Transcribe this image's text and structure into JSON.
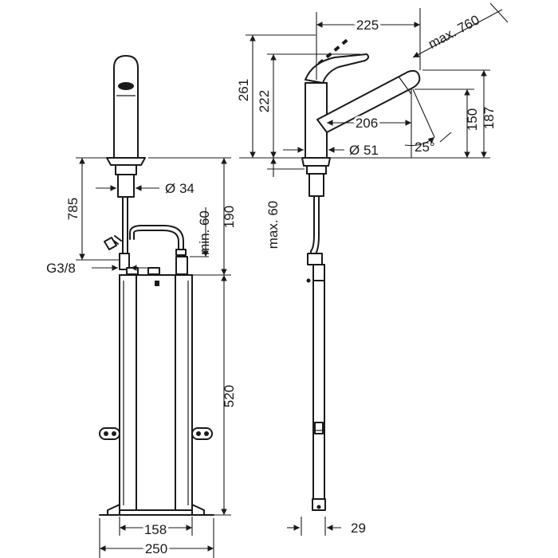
{
  "dimensions": {
    "front": {
      "height_785": "785",
      "diameter_34": "Ø 34",
      "thread_g38": "G3/8",
      "min_60": "min. 60",
      "height_190": "190",
      "height_520": "520",
      "width_158": "158",
      "width_250": "250"
    },
    "side": {
      "reach_225": "225",
      "max_760": "max. 760",
      "height_261": "261",
      "height_222": "222",
      "spout_206": "206",
      "height_150": "150",
      "height_187": "187",
      "diameter_51": "Ø 51",
      "angle_25": "25°",
      "max_60": "max. 60",
      "width_29": "29"
    }
  }
}
